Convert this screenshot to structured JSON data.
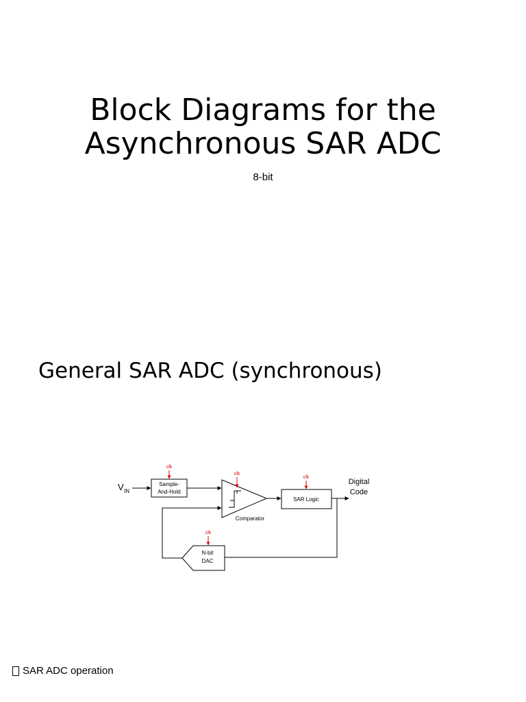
{
  "slide1": {
    "title_line1": "Block Diagrams for the",
    "title_line2": "Asynchronous SAR ADC",
    "subtitle": "8-bit"
  },
  "slide2": {
    "heading": "General SAR ADC (synchronous)",
    "diagram": {
      "vin_label": "V",
      "vin_subscript": "IN",
      "clk_label": "clk",
      "sample_hold_line1": "Sample-",
      "sample_hold_line2": "And-Hold",
      "comparator_label": "Comparator",
      "sar_logic_label": "SAR Logic",
      "digital_code_line1": "Digital",
      "digital_code_line2": "Code",
      "dac_line1": "N-bit",
      "dac_line2": "DAC",
      "clk_color": "#e00000"
    }
  },
  "slide3": {
    "bullet_icon": "missing-glyph-box",
    "bullet_text": "SAR ADC operation"
  }
}
